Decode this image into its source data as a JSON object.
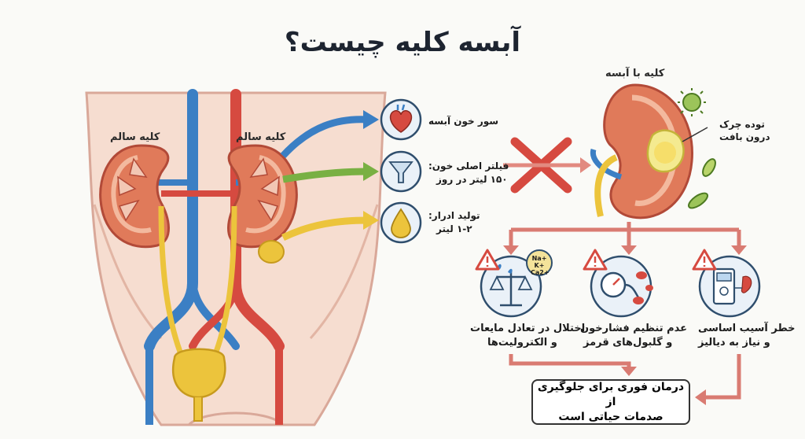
{
  "title": "آبسه کلیه چیست؟",
  "left_panel": {
    "left_kidney_label": "کلیه سالم",
    "right_kidney_label": "کلیه سالم"
  },
  "functions": [
    {
      "text": "سور خون آبسه",
      "icon": "heart-icon"
    },
    {
      "text": "فیلتر اصلی خون: ۱۵۰ لیتر در روز",
      "line1": "فیلتر اصلی خون:",
      "line2": "۱۵۰ لیتر در روز",
      "icon": "funnel-icon"
    },
    {
      "text": "تولید ادرار: ۱-۲ لیتر",
      "line1": "تولید ادرار:",
      "line2": "۱-۲ لیتر",
      "icon": "drop-icon"
    }
  ],
  "abscess_kidney": {
    "label": "کلیه با آبسه",
    "pus_label_line1": "توده چرک",
    "pus_label_line2": "درون بافت"
  },
  "electrolytes": "Na+ K+ Ca2+",
  "consequences": [
    {
      "line1": "اختلال در تعادل مایعات",
      "line2": "و الکترولیت‌ها",
      "icon": "scale-icon"
    },
    {
      "line1": "عدم تنظیم فشارخون",
      "line2": "و گلبول‌های قرمز",
      "icon": "blood-pressure-icon"
    },
    {
      "line1": "خطر آسیب اساسی",
      "line2": "و نیاز به دیالیز",
      "icon": "dialysis-icon"
    }
  ],
  "outcome": {
    "line1": "درمان فوری برای جلوگیری از",
    "line2": "صدمات حیاتی است"
  },
  "colors": {
    "blue": "#3b7fc4",
    "green": "#79b043",
    "yellow": "#ecc43c",
    "red": "#d64a40",
    "skin": "#f6ddd0"
  }
}
